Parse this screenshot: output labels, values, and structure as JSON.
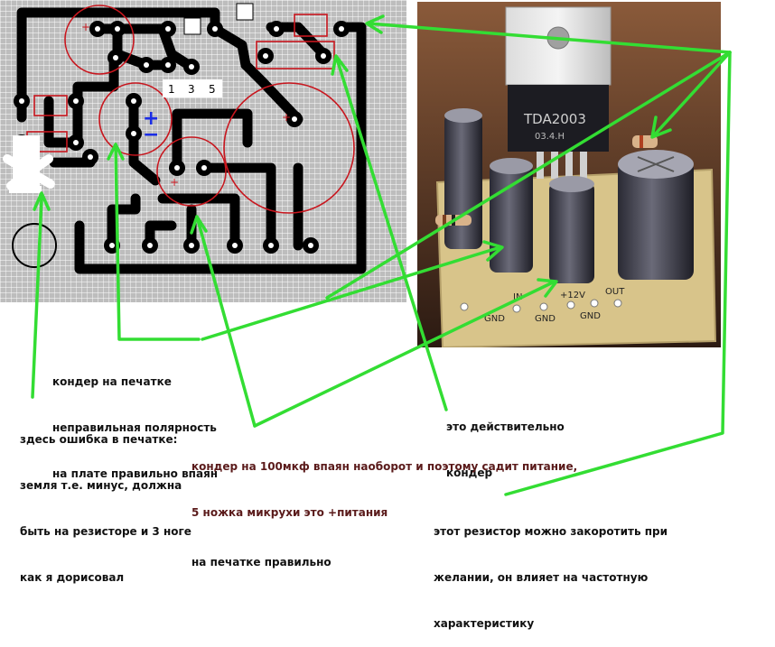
{
  "colors": {
    "trace": "#000000",
    "grid_bg": "#b9b9b9",
    "grid_line": "#ffffff",
    "marker_red": "#c8161e",
    "arrow_green": "#33dd33",
    "polarity_blue": "#1a2ce6",
    "note_black": "#111111",
    "note_brown": "#5a1a1a",
    "board": "#d8c48a"
  },
  "pcb": {
    "pin_labels": [
      "1",
      "3",
      "5"
    ],
    "plus_mark": "+",
    "minus_mark": "−",
    "cap_plus_mark": "+"
  },
  "photo": {
    "chip_label": "TDA2003",
    "chip_sub": "03.4.H",
    "board_labels": [
      "IN",
      "+12V",
      "OUT",
      "GND",
      "GND",
      "GND"
    ]
  },
  "notes": {
    "polarity": [
      "кондер на печатке",
      "неправильная полярность",
      "на плате правильно впаян"
    ],
    "ground_error": [
      "здесь ошибка в печатке:",
      "земля т.е. минус, должна",
      "быть на резисторе и 3 ноге",
      "как я дорисовал"
    ],
    "real_cap": [
      "это действительно",
      "кондер"
    ],
    "cap100": [
      "кондер на 100мкф впаян наоборот и поэтому садит питание,",
      "5 ножка микрухи это +питания",
      "на печатке правильно"
    ],
    "resistor": [
      "этот резистор можно закоротить при",
      "желании, он влияет на частотную",
      "характеристику"
    ]
  }
}
